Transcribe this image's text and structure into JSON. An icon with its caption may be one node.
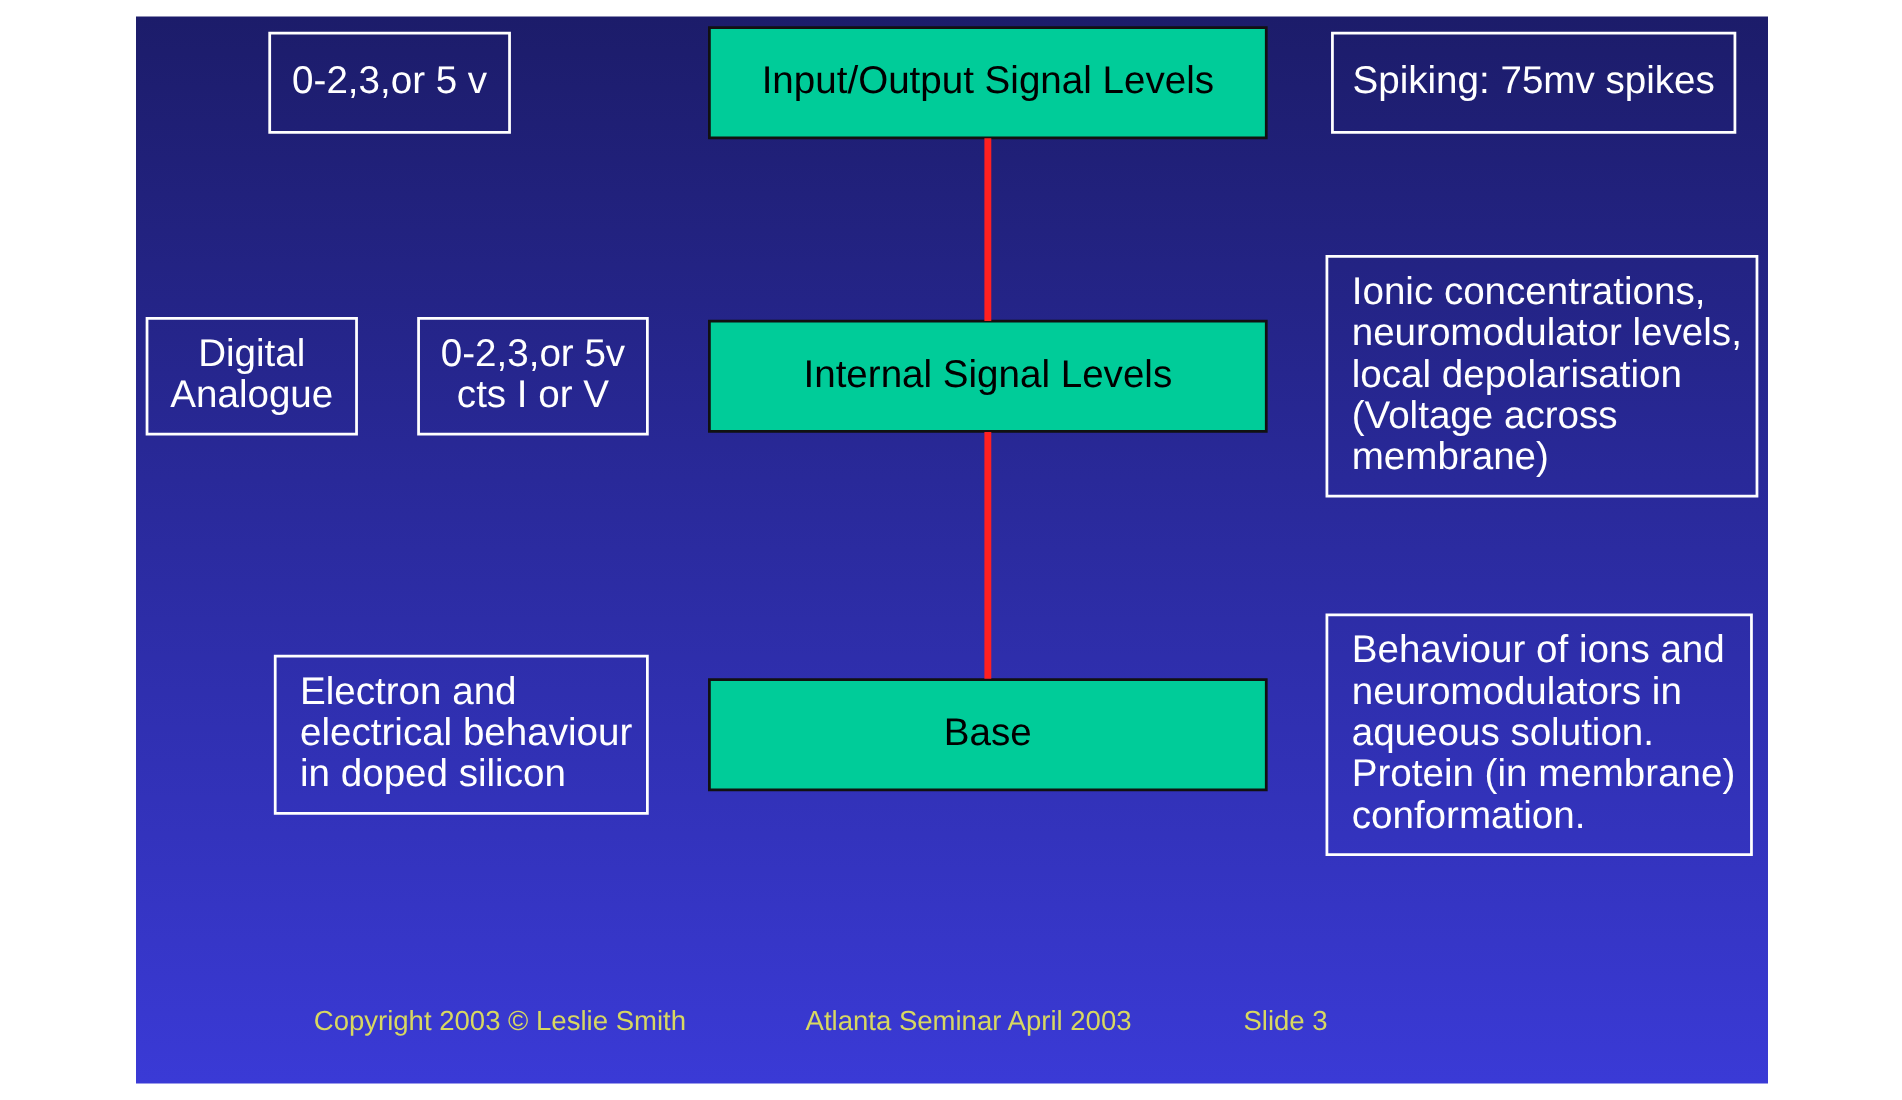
{
  "diagram": {
    "nodes": [
      {
        "text": [
          "Input/Output Signal Levels"
        ]
      },
      {
        "text": [
          "Internal Signal Levels"
        ]
      },
      {
        "text": [
          "Base"
        ]
      },
      {
        "text": [
          "0-2,3,or 5 v"
        ]
      },
      {
        "text": [
          "Spiking: 75mv spikes"
        ]
      },
      {
        "text": [
          "Digital",
          "Analogue"
        ]
      },
      {
        "text": [
          "0-2,3,or 5v",
          "cts I or V"
        ]
      },
      {
        "text": [
          "Ionic concentrations, neuromodulator levels, local depolarisation (Voltage across membrane)"
        ]
      },
      {
        "text": [
          "Electron and electrical behaviour in doped silicon"
        ]
      },
      {
        "text": [
          "Behaviour of ions and neuromodulators in aqueous solution. Protein (in membrane) conformation."
        ]
      }
    ],
    "edges": [
      {
        "from": 0,
        "to": 1,
        "arrow": "none"
      },
      {
        "from": 1,
        "to": 2,
        "arrow": "none"
      }
    ],
    "labels": [
      "Copyright 2003 © Leslie Smith",
      "Atlanta Seminar April 2003",
      "Slide 3"
    ]
  }
}
